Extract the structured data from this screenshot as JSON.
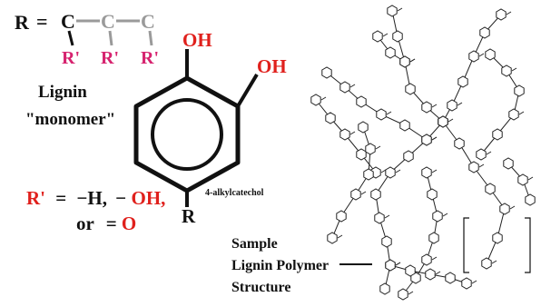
{
  "colors": {
    "black": "#111111",
    "red": "#e0201c",
    "magenta": "#d6236f",
    "grey": "#9a9a9a"
  },
  "chain": {
    "r": "R",
    "equals": "=",
    "c1": "C",
    "c2": "C",
    "c3": "C",
    "rprime1": "R'",
    "rprime2": "R'",
    "rprime3": "R'"
  },
  "monomer": {
    "title_line1": "Lignin",
    "title_line2": "\"monomer\"",
    "oh_top": "OH",
    "oh_right": "OH",
    "substituent": "R",
    "ring_note": "4-alkylcatechol"
  },
  "definition": {
    "lhs": "R'",
    "eq": "=",
    "h_part": "−H,",
    "oh_dash": "−",
    "oh": "OH,",
    "or_word": "or",
    "o_dbl": "=",
    "o": "O"
  },
  "polymer": {
    "label_line1": "Sample",
    "label_line2": "Lignin Polymer",
    "label_line3": "Structure"
  }
}
